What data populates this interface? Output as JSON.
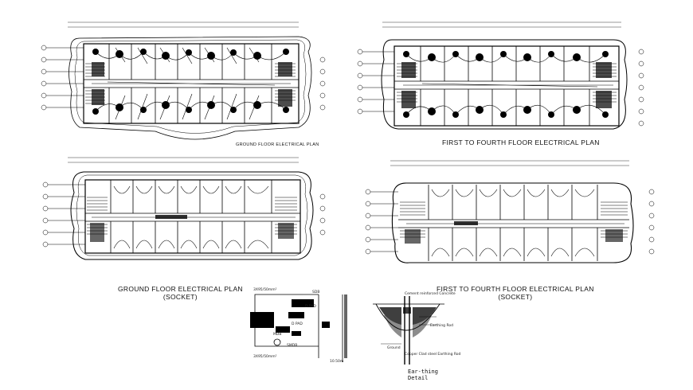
{
  "captions": {
    "plan1": "GROUND FLOOR ELECTRICAL PLAN",
    "plan2": "FIRST TO FOURTH FLOOR ELECTRICAL PLAN",
    "plan3_line1": "GROUND  FLOOR ELECTRICAL PLAN",
    "plan3_line2": "(SOCKET)",
    "plan4_line1": "FIRST TO FOURTH  FLOOR ELECTRICAL PLAN",
    "plan4_line2": "(SOCKET)"
  },
  "schematic": {
    "cable_top": "3X95/50mm²",
    "cable_bottom": "3X95/50mm²",
    "label_a": "D PAD",
    "label_b": "D PAD",
    "label_c": "MDB",
    "label_d": "SMDB",
    "label_e": "SDB",
    "label_f": "10.50m"
  },
  "earthing": {
    "title_line1": "Ear-thing",
    "title_line2": "Detail",
    "note1": "Cement reinforced Concrete",
    "note2": "Earthing Rod",
    "note3": "Copper Clad steel Earthing Rod",
    "note4": "Ground"
  }
}
